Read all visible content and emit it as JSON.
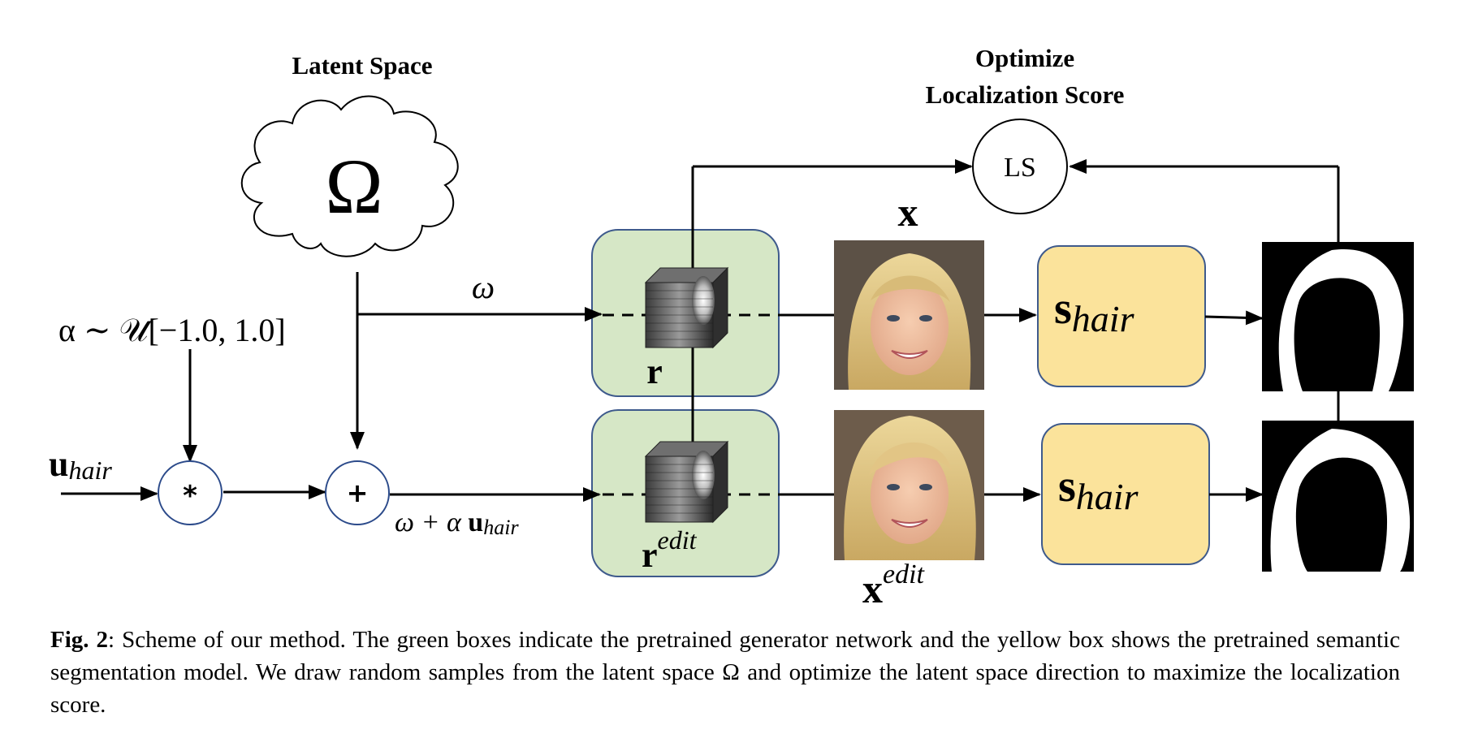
{
  "diagram": {
    "latent_space_title": "Latent Space",
    "latent_symbol": "Ω",
    "optimize_title": [
      "Optimize",
      "Localization Score"
    ],
    "ls_label": "LS",
    "alpha_label": "α ∼ 𝒰[−1.0, 1.0]",
    "omega_label": "ω",
    "u_hair": {
      "main": "u",
      "sub": "hair"
    },
    "multiply_symbol": "*",
    "plus_symbol": "+",
    "omega_edit_label": {
      "pre": "ω + α ",
      "main": "u",
      "sub": "hair"
    },
    "generator_top_label": "r",
    "generator_bottom_label": {
      "main": "r",
      "sup": "edit"
    },
    "image_top_label": "x",
    "image_bottom_label": {
      "main": "x",
      "sup": "edit"
    },
    "seg_label": {
      "main": "s",
      "sub": "hair"
    },
    "colors": {
      "generator_fill": "#d6e7c6",
      "generator_stroke": "#3e5a8c",
      "segmenter_fill": "#fbe39b",
      "segmenter_stroke": "#3e5a8c",
      "node_stroke": "#2b4a8a"
    }
  },
  "caption": {
    "label": "Fig. 2",
    "text": ": Scheme of our method.  The green boxes indicate the pretrained generator network and the yellow box shows the pretrained semantic segmentation model.  We draw random samples from the latent space Ω and optimize the latent space direction to maximize the localization score."
  }
}
